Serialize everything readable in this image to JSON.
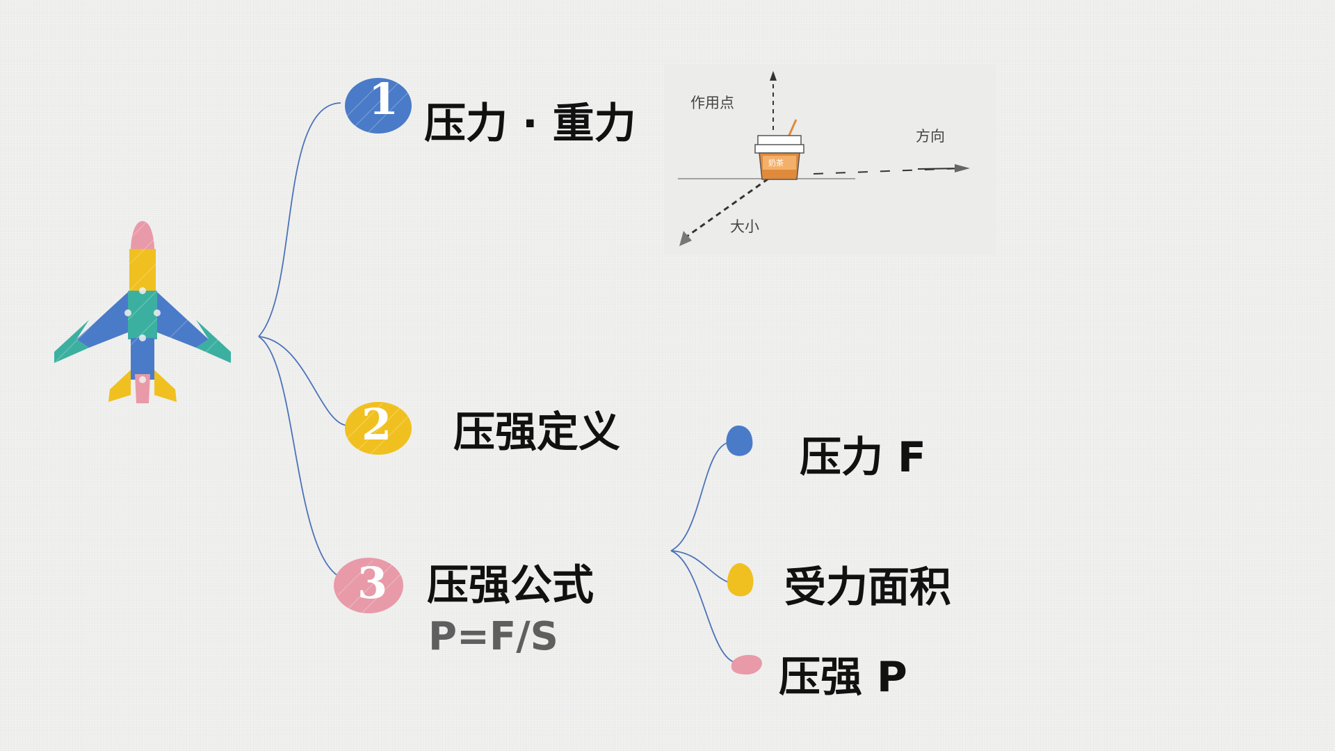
{
  "topics": [
    {
      "number": "1",
      "title": "压力 · 重力",
      "color": "#4a7bc8"
    },
    {
      "number": "2",
      "title": "压强定义",
      "color": "#f0c020"
    },
    {
      "number": "3",
      "title": "压强公式",
      "formula": "P=F/S",
      "color": "#e89aa8"
    }
  ],
  "formula_parts": [
    {
      "label": "压力 F",
      "color": "#4a7bc8"
    },
    {
      "label": "受力面积",
      "color": "#f0c020"
    },
    {
      "label": "压强 P",
      "color": "#e89aa8"
    }
  ],
  "illustration": {
    "point_label": "作用点",
    "direction_label": "方向",
    "magnitude_label": "大小",
    "cup_label": "奶茶"
  },
  "colors": {
    "line": "#4a72b8",
    "blue": "#4a7bc8",
    "yellow": "#f0c020",
    "pink": "#e89aa8",
    "teal": "#3cb0a0",
    "cup": "#e08a3c"
  },
  "icons": [
    "airplane-icon"
  ]
}
